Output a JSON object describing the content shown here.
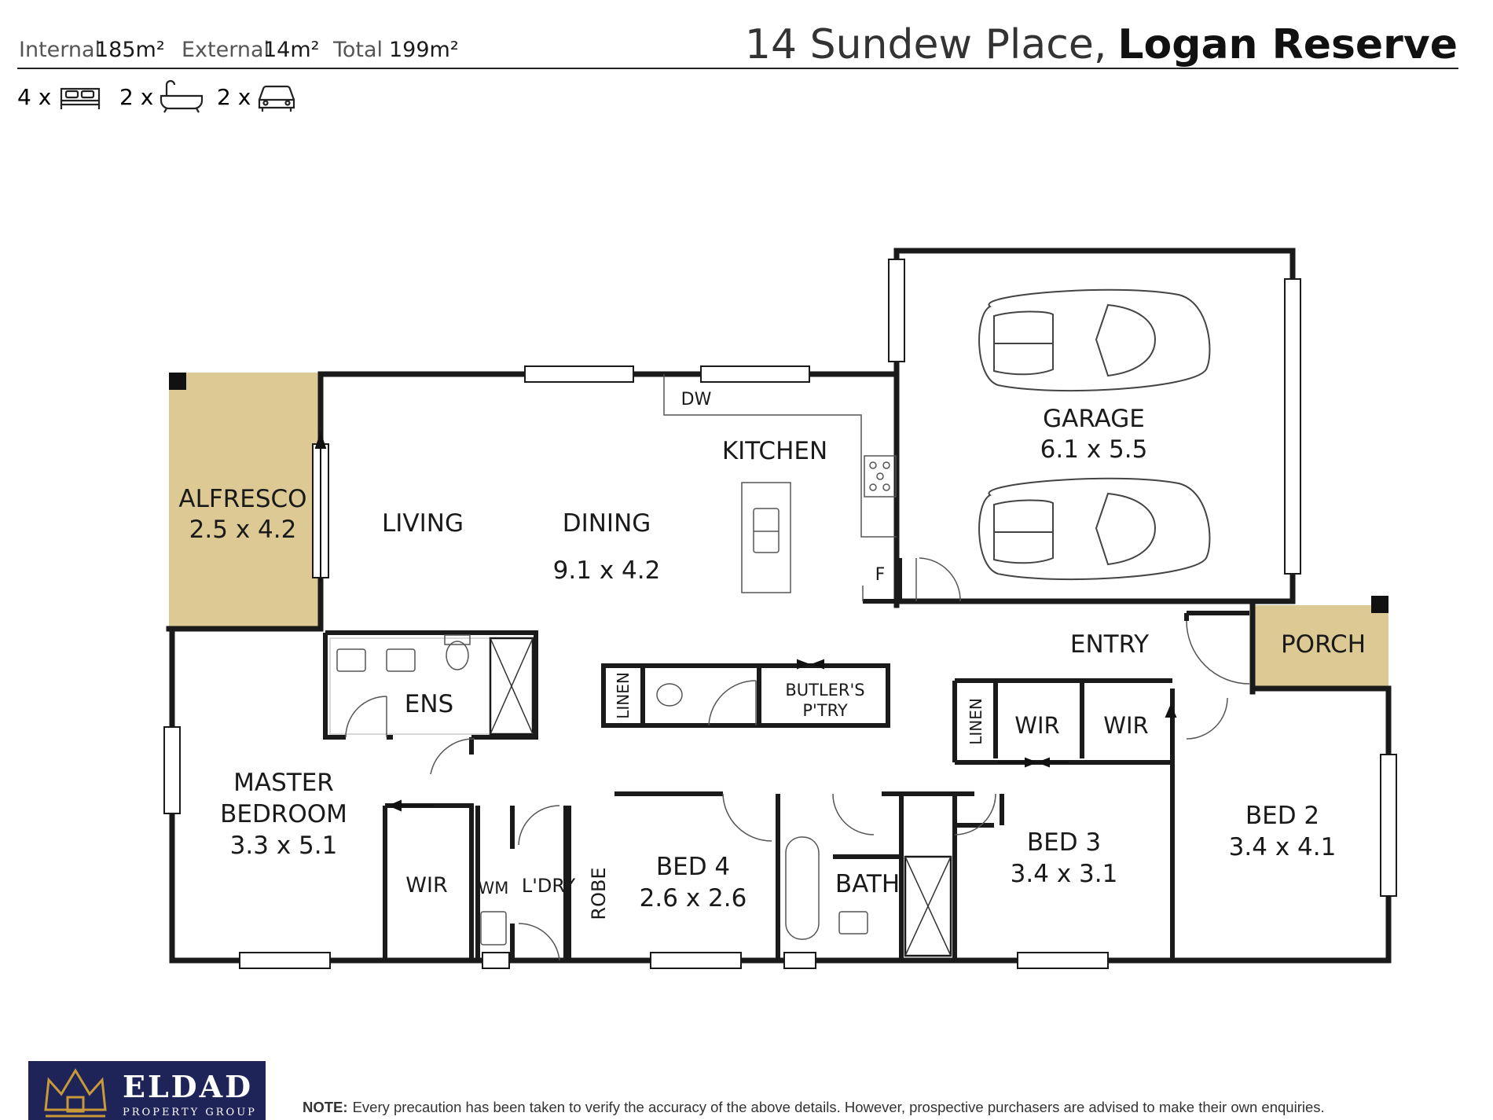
{
  "header": {
    "internal_label": "Internal",
    "internal_value": "185m²",
    "external_label": "External",
    "external_value": "14m²",
    "total_label": "Total",
    "total_value": "199m²",
    "address_street": "14 Sundew Place,",
    "address_suburb": "Logan Reserve",
    "bed_count": "4 x",
    "bath_count": "2 x",
    "car_count": "2 x"
  },
  "rooms": {
    "alfresco_name": "ALFRESCO",
    "alfresco_size": "2.5 x 4.2",
    "living_name": "LIVING",
    "dining_name": "DINING",
    "dining_size": "9.1 x 4.2",
    "kitchen_name": "KITCHEN",
    "dw": "DW",
    "fridge": "F",
    "garage_name": "GARAGE",
    "garage_size": "6.1 x 5.5",
    "entry_name": "ENTRY",
    "porch_name": "PORCH",
    "ens_name": "ENS",
    "linen_a": "LINEN",
    "butlers_line1": "BUTLER'S",
    "butlers_line2": "P'TRY",
    "linen_b": "LINEN",
    "wir_a": "WIR",
    "wir_b": "WIR",
    "master_line1": "MASTER",
    "master_line2": "BEDROOM",
    "master_size": "3.3 x 5.1",
    "wir_master": "WIR",
    "wm": "WM",
    "laundry": "L'DRY",
    "robe": "ROBE",
    "bed4_name": "BED 4",
    "bed4_size": "2.6 x 2.6",
    "bath_name": "BATH",
    "bed3_name": "BED 3",
    "bed3_size": "3.4 x 3.1",
    "bed2_name": "BED 2",
    "bed2_size": "3.4 x 4.1"
  },
  "brand": {
    "name": "ELDAD",
    "subtitle": "PROPERTY GROUP",
    "color_navy": "#1e2358",
    "color_gold": "#c99a3a"
  },
  "footer": {
    "note_label": "NOTE:",
    "note_text": "Every precaution has been taken to verify the accuracy of the above details. However, prospective purchasers are advised to make their own enquiries."
  },
  "colors": {
    "outdoor_fill": "#dcc994",
    "wall": "#1a1a1a"
  }
}
